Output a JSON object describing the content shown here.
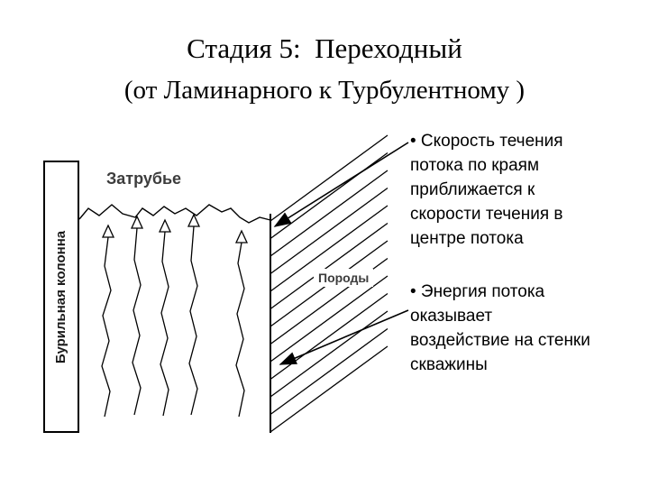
{
  "slide": {
    "title": "Стадия 5:  Переходный",
    "subtitle": "(от Ламинарного к Турбулентному )"
  },
  "diagram": {
    "drill_column_label": "Бурильная колонна",
    "annulus_label": "Затрубье",
    "rock_label": "Породы"
  },
  "bullets": [
    "• Скорость течения потока по краям приближается к скорости течения в центре потока",
    "• Энергия потока оказывает воздействие на стенки скважины"
  ],
  "colors": {
    "ink": "#000000",
    "label_gray": "#3d3d3d",
    "background": "#ffffff"
  }
}
